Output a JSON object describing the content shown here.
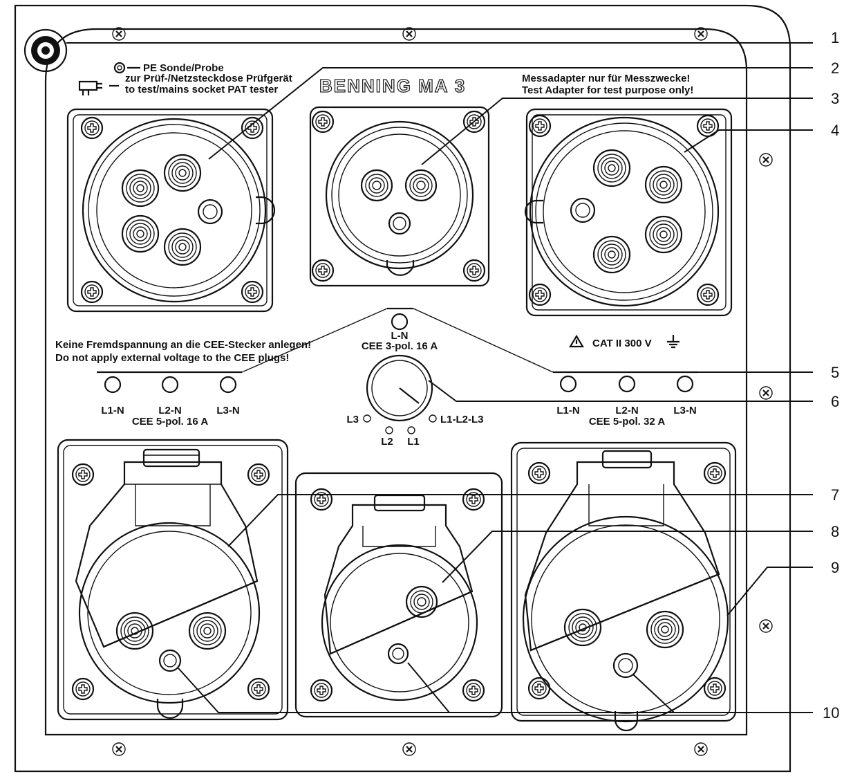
{
  "brand": "BENNING MA 3",
  "pe_label": "PE Sonde/Probe",
  "socket_label_de": "zur Prüf-/Netzsteckdose Prüfgerät",
  "socket_label_en": "to test/mains socket PAT tester",
  "purpose_de": "Messadapter nur für Messzwecke!",
  "purpose_en": "Test Adapter for test purpose only!",
  "warning_de": "Keine Fremdspannung an die CEE-Stecker anlegen!",
  "warning_en": "Do not apply external voltage to the CEE plugs!",
  "cat_rating": "CAT II 300 V",
  "cee3_led": "L-N",
  "cee3_label": "CEE 3-pol. 16 A",
  "cee5_16_leds": [
    "L1-N",
    "L2-N",
    "L3-N"
  ],
  "cee5_16_label": "CEE 5-pol. 16 A",
  "cee5_32_leds": [
    "L1-N",
    "L2-N",
    "L3-N"
  ],
  "cee5_32_label": "CEE 5-pol. 32 A",
  "selector_positions": [
    "L3",
    "L2",
    "L1",
    "L1-L2-L3"
  ],
  "callouts": [
    "1",
    "2",
    "3",
    "4",
    "5",
    "6",
    "7",
    "8",
    "9",
    "10"
  ]
}
